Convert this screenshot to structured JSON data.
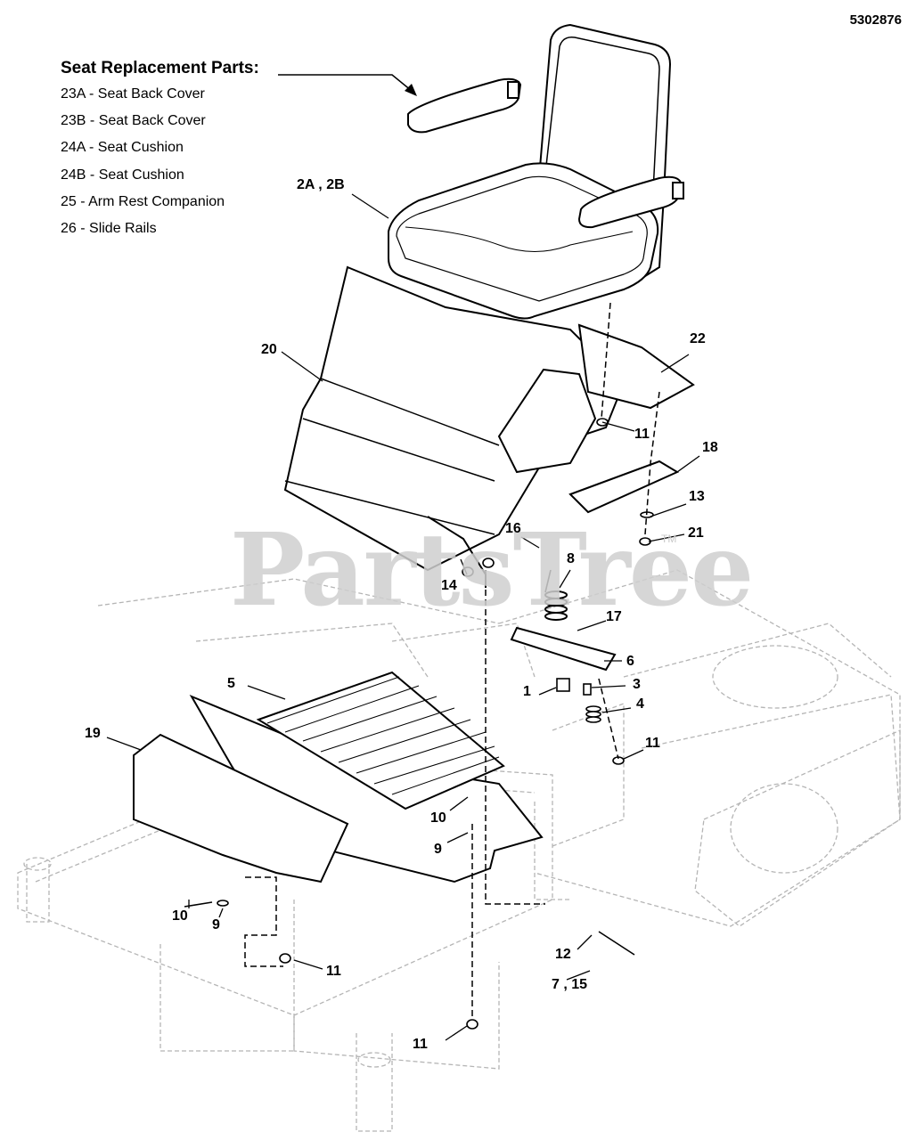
{
  "document_number": "5302876",
  "legend": {
    "title": "Seat Replacement Parts:",
    "items": [
      "23A - Seat Back Cover",
      "23B - Seat Back Cover",
      "24A - Seat Cushion",
      "24B - Seat Cushion",
      "25 - Arm Rest Companion",
      "26 - Slide Rails"
    ]
  },
  "watermark": {
    "text": "PartsTree",
    "trademark": "TM"
  },
  "callouts": [
    "2A , 2B",
    "20",
    "22",
    "11",
    "18",
    "13",
    "21",
    "16",
    "8",
    "14",
    "17",
    "6",
    "1",
    "3",
    "4",
    "11",
    "5",
    "19",
    "10",
    "9",
    "10",
    "9",
    "11",
    "12",
    "7 , 15",
    "11"
  ]
}
